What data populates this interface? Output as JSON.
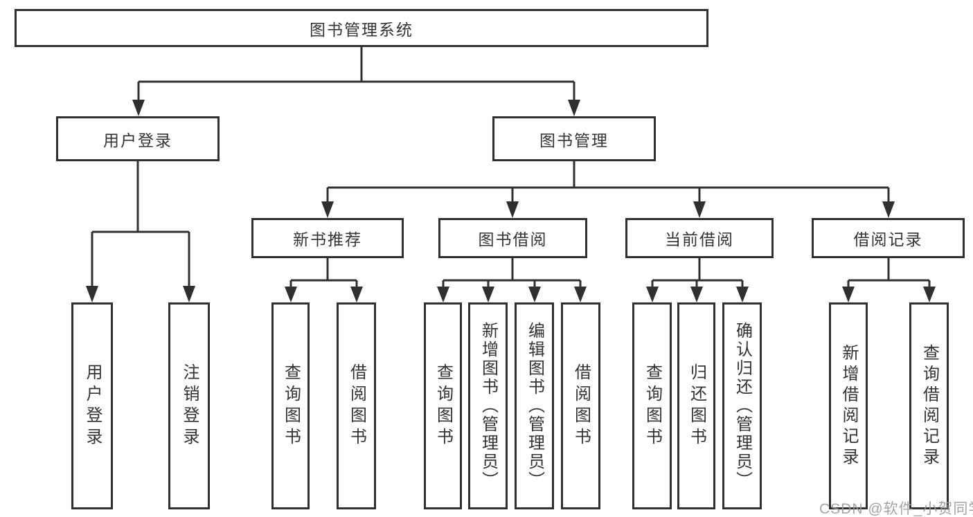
{
  "diagram": {
    "tree": {
      "root": {
        "label": "图书管理系统",
        "children": [
          {
            "label": "用户登录",
            "children": [
              {
                "label": "用户登录"
              },
              {
                "label": "注销登录"
              }
            ]
          },
          {
            "label": "图书管理",
            "children": [
              {
                "label": "新书推荐",
                "children": [
                  {
                    "label": "查询图书"
                  },
                  {
                    "label": "借阅图书"
                  }
                ]
              },
              {
                "label": "图书借阅",
                "children": [
                  {
                    "label": "查询图书"
                  },
                  {
                    "label": "新增图书（管理员）"
                  },
                  {
                    "label": "编辑图书（管理员）"
                  },
                  {
                    "label": "借阅图书"
                  }
                ]
              },
              {
                "label": "当前借阅",
                "children": [
                  {
                    "label": "查询图书"
                  },
                  {
                    "label": "归还图书"
                  },
                  {
                    "label": "确认归还（管理员）"
                  }
                ]
              },
              {
                "label": "借阅记录",
                "children": [
                  {
                    "label": "新增借阅记录"
                  },
                  {
                    "label": "查询借阅记录"
                  }
                ]
              }
            ]
          }
        ]
      }
    },
    "colors": {
      "line": "#2f2f2f",
      "box_border": "#2f2f2f",
      "text": "#333333",
      "background": "#ffffff",
      "watermark": "#9b9b9b"
    }
  },
  "watermark": {
    "text": "CSDN @软件_小贺同学"
  }
}
